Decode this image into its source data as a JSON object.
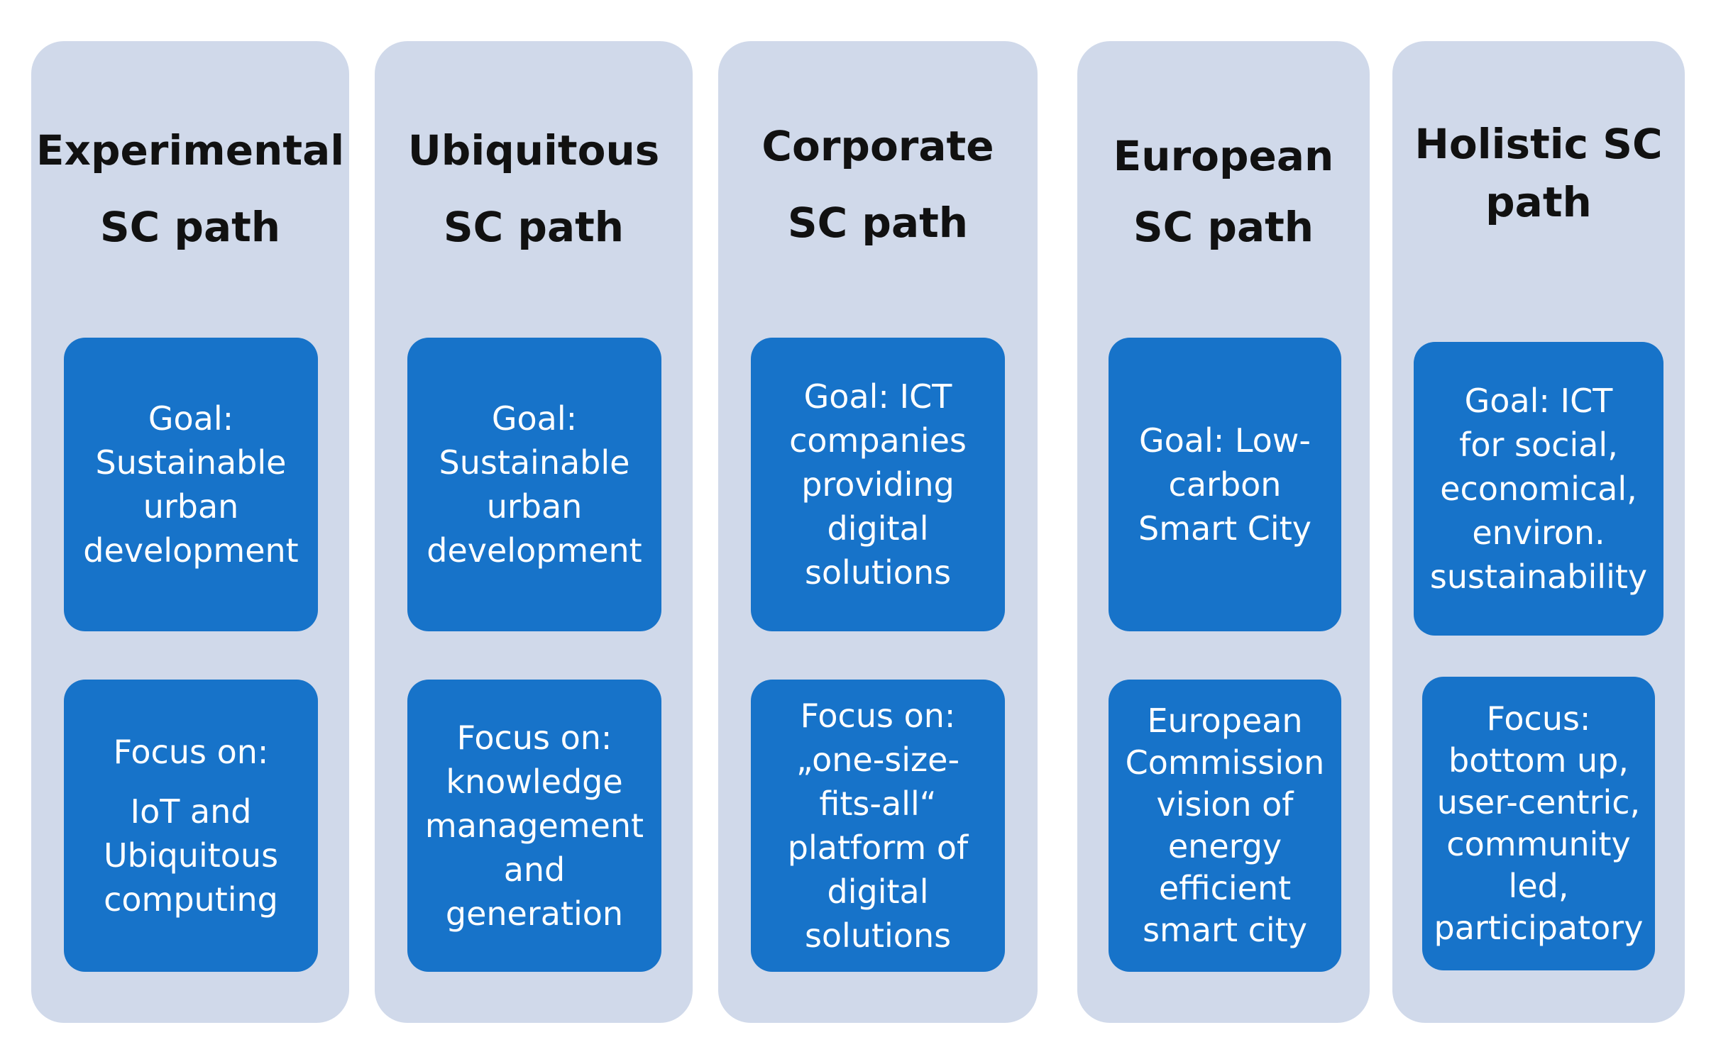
{
  "columns": [
    {
      "title": [
        "Experimental",
        "SC path"
      ],
      "goal": [
        "Goal:",
        "Sustainable",
        "urban",
        "development"
      ],
      "focus_head": [
        "Focus on:"
      ],
      "focus": [
        "IoT and",
        "Ubiquitous",
        "computing"
      ]
    },
    {
      "title": [
        "Ubiquitous",
        "SC path"
      ],
      "goal": [
        "Goal:",
        "Sustainable",
        "urban",
        "development"
      ],
      "focus": [
        "Focus on:",
        "knowledge",
        "management",
        "and",
        "generation"
      ]
    },
    {
      "title": [
        "Corporate",
        "SC path"
      ],
      "goal": [
        "Goal: ICT",
        "companies",
        "providing",
        "digital",
        "solutions"
      ],
      "focus": [
        "Focus on:",
        "„one-size-",
        "fits-all“",
        "platform of",
        "digital",
        "solutions"
      ]
    },
    {
      "title": [
        "European",
        "SC path"
      ],
      "goal": [
        "Goal: Low-",
        "carbon",
        "Smart City"
      ],
      "focus": [
        "European",
        "Commission",
        "vision of",
        "energy",
        "efficient",
        "smart city"
      ]
    },
    {
      "title": [
        "Holistic SC",
        "path"
      ],
      "goal": [
        "Goal: ICT",
        "for social,",
        "economical,",
        "environ.",
        "sustainability"
      ],
      "focus": [
        "Focus:",
        "bottom up,",
        "user-centric,",
        "community",
        "led,",
        "participatory"
      ]
    }
  ],
  "colors": {
    "column_bg": "#d0d9ea",
    "card_bg": "#1773c9",
    "card_text": "#ffffff",
    "title_text": "#111111"
  }
}
